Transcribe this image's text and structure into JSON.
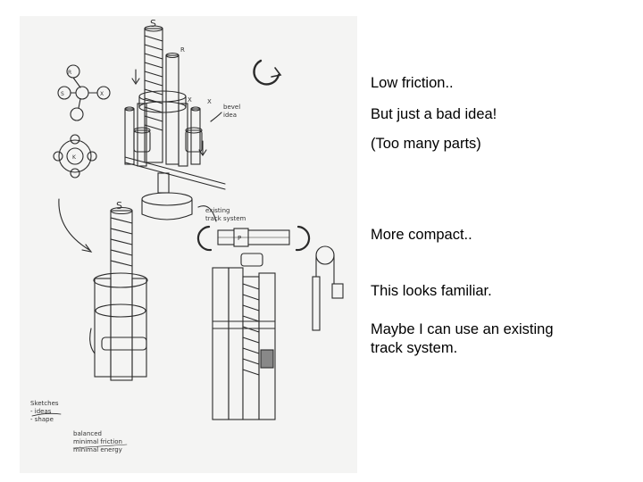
{
  "notes": {
    "line1": "Low friction..",
    "line2": "But just a bad idea!",
    "line3": "(Too many parts)",
    "line4": "More compact..",
    "line5": "This looks familiar.",
    "line6": "Maybe I can use an existing\ntrack system."
  },
  "sketch": {
    "labels": {
      "s_top": "S",
      "s_mid": "S",
      "r_small": "R",
      "x_small1": "X",
      "x_small2": "X",
      "bevel": "bevel\nidea",
      "existing": "existing\ntrack system",
      "s_node": "S",
      "r_node": "R",
      "x_node": "X",
      "k_node": "K",
      "p_node": "P",
      "side_note": "Sketches\n- ideas\n- shape",
      "bottom_note": "balanced\nminimal friction\nminimal energy"
    }
  },
  "colors": {
    "page": "#ffffff",
    "sketch_paper": "#f4f4f3",
    "ink": "#2a2a2a",
    "text": "#000000"
  }
}
